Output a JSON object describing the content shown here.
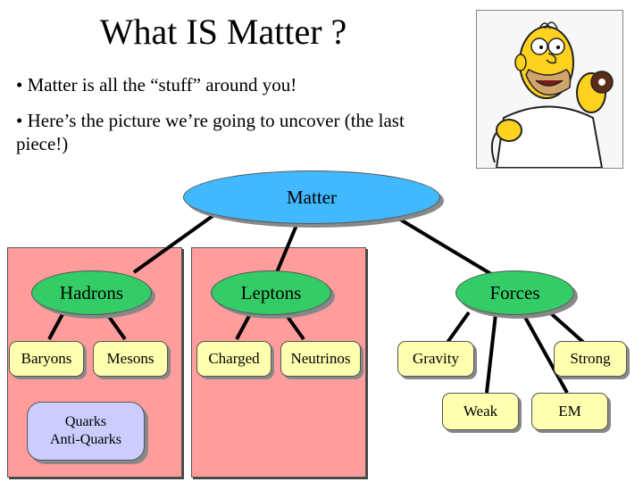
{
  "slide": {
    "title": "What IS Matter ?",
    "bullets": [
      "• Matter is all the “stuff” around you!",
      "• Here’s the picture we’re going to uncover (the last piece!)"
    ]
  },
  "image": {
    "icon": "homer-simpson-eating-donut"
  },
  "diagram": {
    "root": "Matter",
    "categories": {
      "hadrons": "Hadrons",
      "leptons": "Leptons",
      "forces": "Forces"
    },
    "hadrons": {
      "baryons": "Baryons",
      "mesons": "Mesons",
      "quarks_line1": "Quarks",
      "quarks_line2": "Anti-Quarks"
    },
    "leptons": {
      "charged": "Charged",
      "neutrinos": "Neutrinos"
    },
    "forces": {
      "gravity": "Gravity",
      "strong": "Strong",
      "weak": "Weak",
      "em": "EM"
    }
  },
  "colors": {
    "root": "#42b8ff",
    "category": "#33cc66",
    "leaf": "#ffffb0",
    "quarks": "#ccccff",
    "panel": "#ff9d9d"
  }
}
